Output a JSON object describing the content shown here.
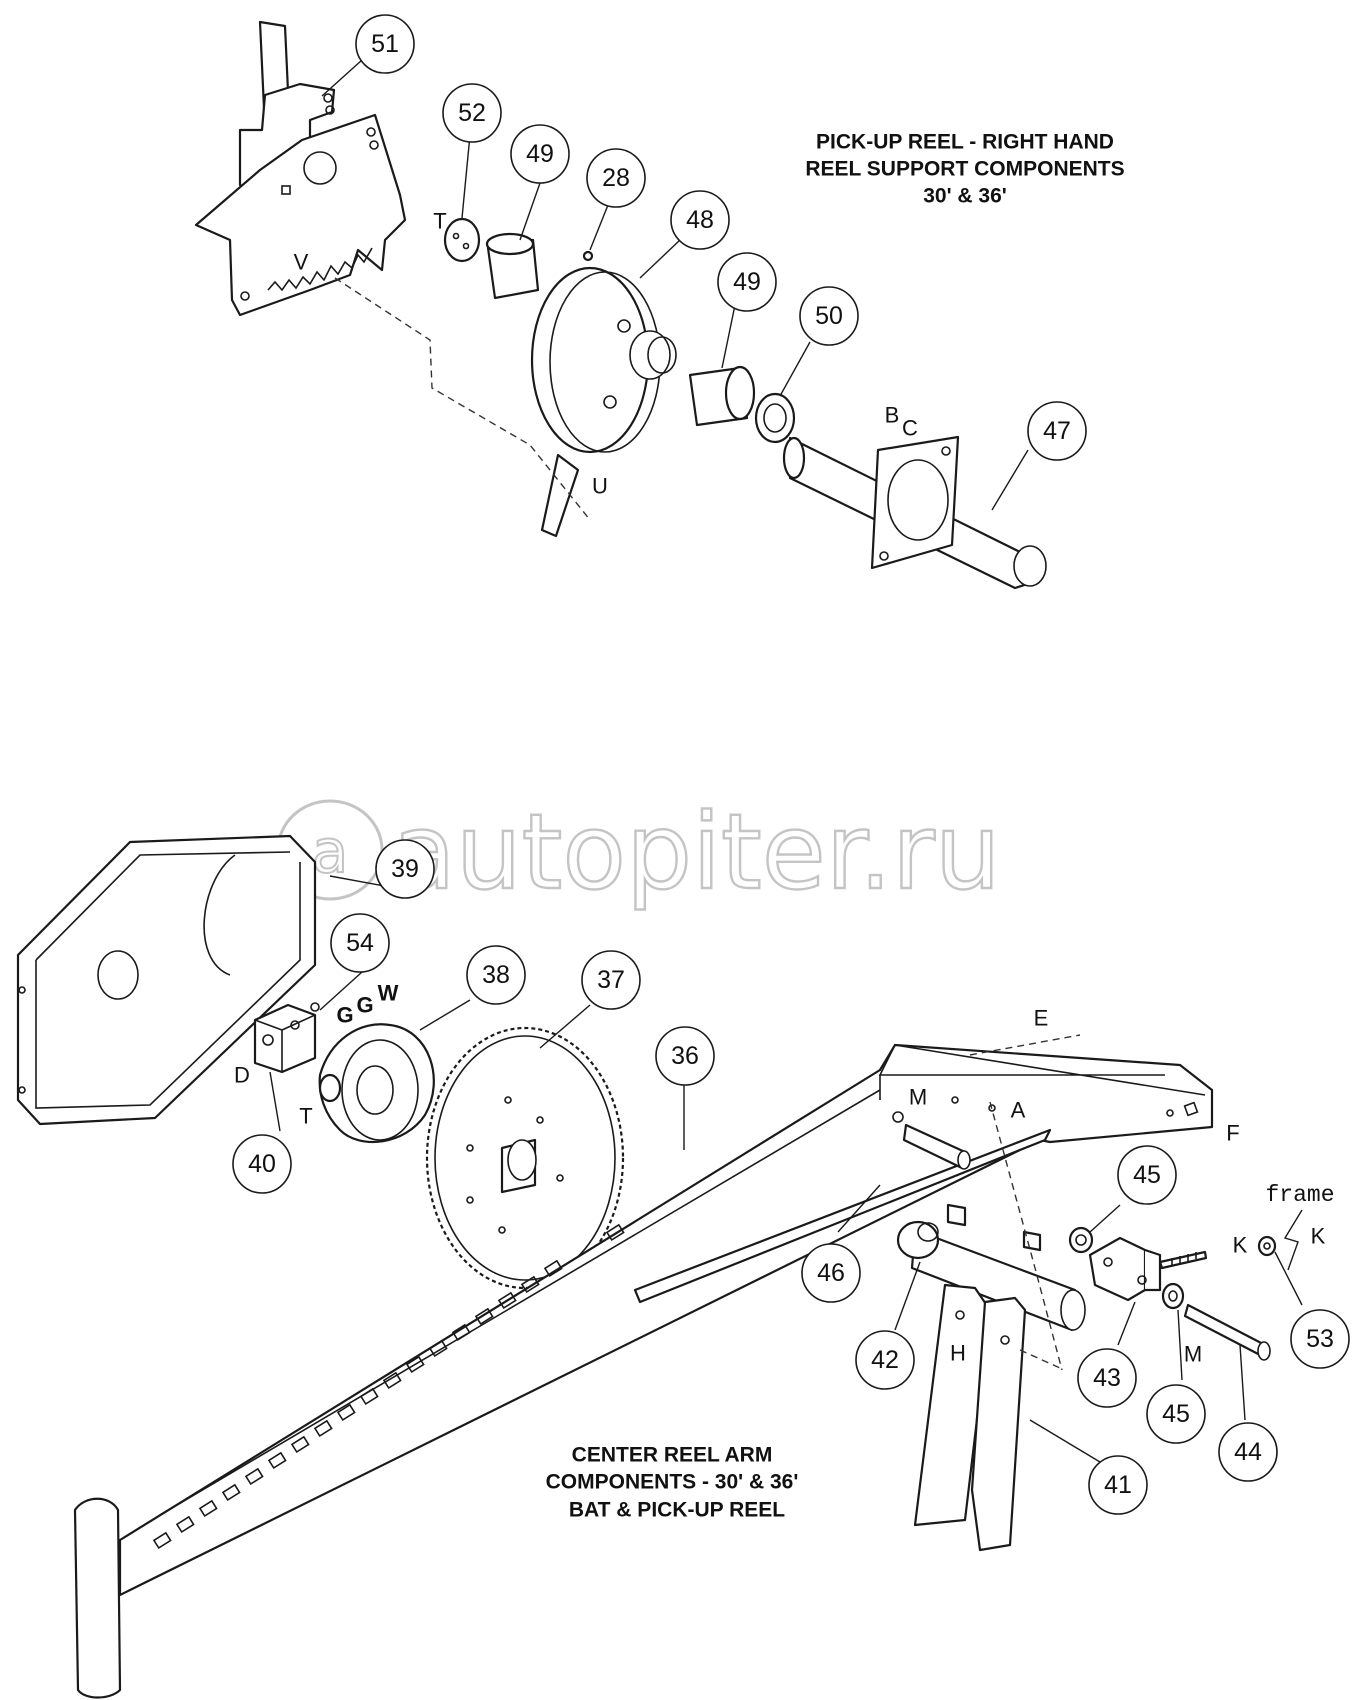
{
  "titles": {
    "top": [
      "PICK-UP REEL - RIGHT HAND",
      "REEL SUPPORT COMPONENTS",
      "30' & 36'"
    ],
    "bottom": [
      "CENTER REEL ARM",
      "COMPONENTS - 30' & 36'",
      "BAT & PICK-UP REEL"
    ]
  },
  "watermark": {
    "logo": "a",
    "text": "autopiter.ru"
  },
  "callouts": {
    "c51": "51",
    "c52": "52",
    "c49a": "49",
    "c28": "28",
    "c48": "48",
    "c49b": "49",
    "c50": "50",
    "c47": "47",
    "c39": "39",
    "c54": "54",
    "c38": "38",
    "c37": "37",
    "c36": "36",
    "c40": "40",
    "c45a": "45",
    "c46": "46",
    "c42": "42",
    "c43": "43",
    "c53": "53",
    "c45b": "45",
    "c44": "44",
    "c41": "41"
  },
  "letters": {
    "T1": "T",
    "V": "V",
    "U": "U",
    "B": "B",
    "C": "C",
    "E": "E",
    "M1": "M",
    "A": "A",
    "F": "F",
    "D": "D",
    "T2": "T",
    "G1": "G",
    "G2": "G",
    "W": "W",
    "K1": "K",
    "K2": "K",
    "H": "H",
    "M2": "M",
    "frame": "frame"
  }
}
